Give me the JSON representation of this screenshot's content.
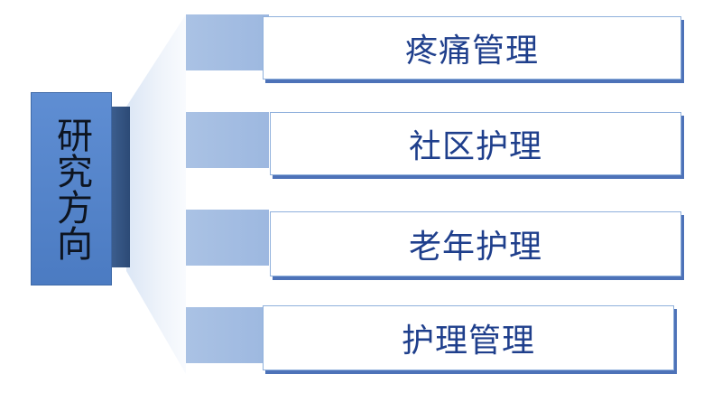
{
  "root": {
    "label": "研究方向"
  },
  "branches": [
    {
      "label": "疼痛管理"
    },
    {
      "label": "社区护理"
    },
    {
      "label": "老年护理"
    },
    {
      "label": "护理管理"
    }
  ],
  "colors": {
    "root_fill": "#5886cc",
    "branch_text": "#1f3f8c",
    "branch_border": "#8fb0dc",
    "tab_fill": "#a6bfe2",
    "shadow": "#4d72b8"
  }
}
